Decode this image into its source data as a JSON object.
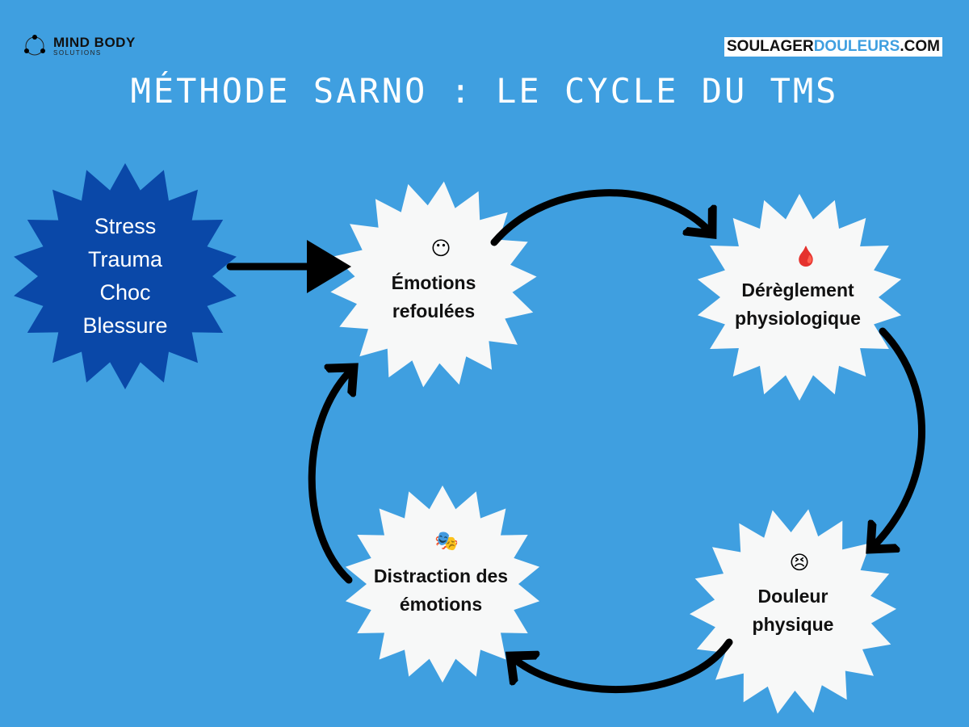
{
  "logo": {
    "name": "MIND BODY",
    "subtitle": "SOLUTIONS"
  },
  "site": {
    "part1": "SOULAGER",
    "part2": "DOULEURS",
    "part3": ".COM"
  },
  "title": "Méthode Sarno : le cycle du TMS",
  "triggers": [
    "Stress",
    "Trauma",
    "Choc",
    "Blessure"
  ],
  "nodes": [
    {
      "line1": "Émotions",
      "line2": "refoulées",
      "icon": "neutral-face-icon",
      "emoji": "😶"
    },
    {
      "line1": "Dérèglement",
      "line2": "physiologique",
      "icon": "blood-drop-icon",
      "emoji": "🩸"
    },
    {
      "line1": "Douleur",
      "line2": "physique",
      "icon": "persevering-face-icon",
      "emoji": "😣"
    },
    {
      "line1": "Distraction des",
      "line2": "émotions",
      "icon": "theater-masks-icon",
      "emoji": "🎭"
    }
  ],
  "colors": {
    "background": "#3f9fe0",
    "trigger_star": "#0a48a8",
    "node_star": "#f7f8f8",
    "arrow": "#000000"
  }
}
